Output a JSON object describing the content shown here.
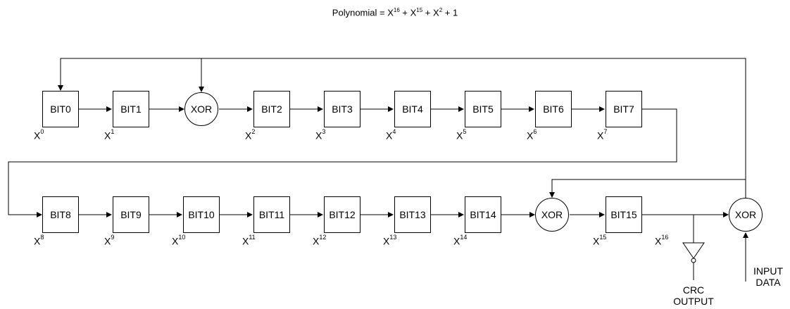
{
  "title": {
    "prefix": "Polynomial = X",
    "e16": "16",
    "p1": " + X",
    "e15": "15",
    "p2": " + X",
    "e2": "2",
    "p3": " + 1"
  },
  "row1": {
    "bits": [
      "BIT0",
      "BIT1",
      "BIT2",
      "BIT3",
      "BIT4",
      "BIT5",
      "BIT6",
      "BIT7"
    ],
    "xor": "XOR",
    "powers": [
      "0",
      "1",
      "2",
      "3",
      "4",
      "5",
      "6",
      "7"
    ]
  },
  "row2": {
    "bits": [
      "BIT8",
      "BIT9",
      "BIT10",
      "BIT11",
      "BIT12",
      "BIT13",
      "BIT14",
      "BIT15"
    ],
    "xor": "XOR",
    "powers": [
      "8",
      "9",
      "10",
      "11",
      "12",
      "13",
      "14",
      "15",
      "16"
    ]
  },
  "input_xor": "XOR",
  "power_base": "X",
  "crc_output": [
    "CRC",
    "OUTPUT"
  ],
  "input_data": [
    "INPUT",
    "DATA"
  ]
}
